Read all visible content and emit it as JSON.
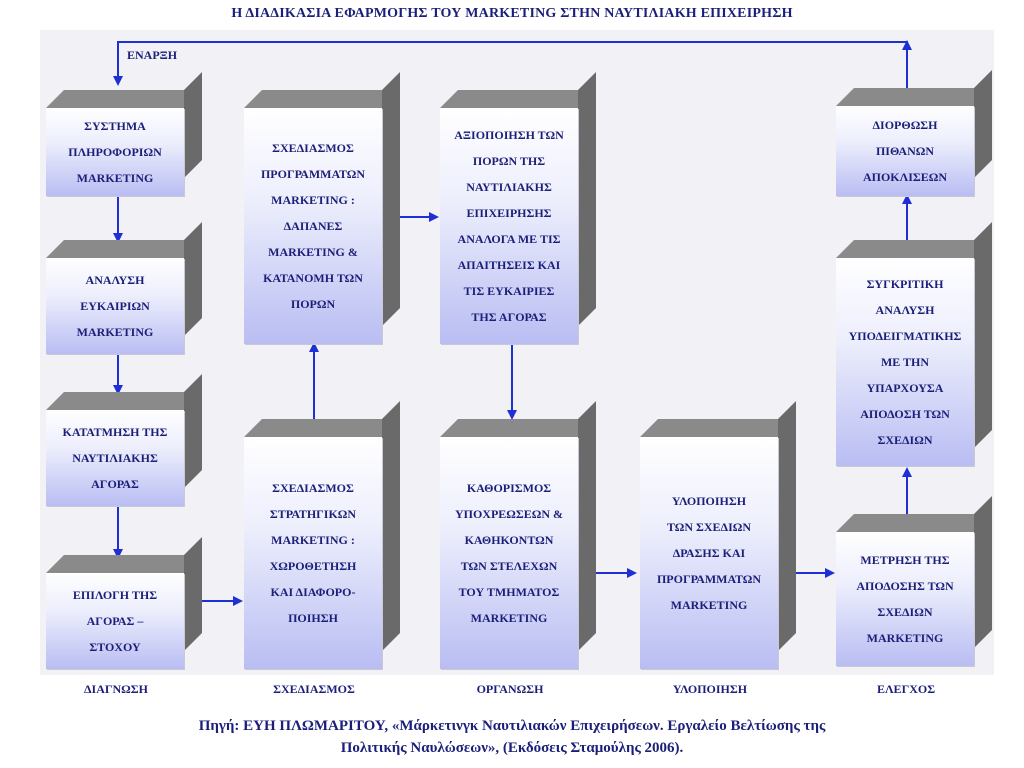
{
  "title": "Η ΔΙΑΔΙΚΑΣΙΑ ΕΦΑΡΜΟΓΗΣ ΤΟΥ MARKETING ΣΤΗΝ ΝΑΥΤΙΛΙΑΚΗ ΕΠΙΧΕΙΡΗΣΗ",
  "start_label": "ΕΝΑΡΞΗ",
  "boxes": {
    "info_system": [
      "ΣΥΣΤΗΜΑ",
      "ΠΛΗΡΟΦΟΡΙΩΝ",
      "MARKETING"
    ],
    "opportunity_analysis": [
      "ΑΝΑΛΥΣΗ",
      "ΕΥΚΑΙΡΙΩΝ",
      "MARKETING"
    ],
    "segmentation": [
      "ΚΑΤΑΤΜΗΣΗ ΤΗΣ",
      "ΝΑΥΤΙΛΙΑΚΗΣ",
      "ΑΓΟΡΑΣ"
    ],
    "target_market": [
      "ΕΠΙΛΟΓΗ ΤΗΣ",
      "ΑΓΟΡΑΣ –",
      "ΣΤΟΧΟΥ"
    ],
    "program_planning": [
      "ΣΧΕΔΙΑΣΜΟΣ",
      "ΠΡΟΓΡΑΜΜΑΤΩΝ",
      "MARKETING :",
      "ΔΑΠΑΝΕΣ",
      "MARKETING &",
      "ΚΑΤΑΝΟΜΗ ΤΩΝ",
      "ΠΟΡΩΝ"
    ],
    "strategic_planning": [
      "ΣΧΕΔΙΑΣΜΟΣ",
      "ΣΤΡΑΤΗΓΙΚΩΝ",
      "MARKETING :",
      "ΧΩΡΟΘΕΤΗΣΗ",
      "ΚΑΙ ΔΙΑΦΟΡΟ-",
      "ΠΟΙΗΣΗ"
    ],
    "resource_use": [
      "ΑΞΙΟΠΟΙΗΣΗ ΤΩΝ",
      "ΠΟΡΩΝ ΤΗΣ",
      "ΝΑΥΤΙΛΙΑΚΗΣ",
      "ΕΠΙΧΕΙΡΗΣΗΣ",
      "ΑΝΑΛΟΓΑ ΜΕ ΤΙΣ",
      "ΑΠΑΙΤΗΣΕΙΣ ΚΑΙ",
      "ΤΙΣ ΕΥΚΑΙΡΙΕΣ",
      "ΤΗΣ ΑΓΟΡΑΣ"
    ],
    "responsibilities": [
      "ΚΑΘΟΡΙΣΜΟΣ",
      "ΥΠΟΧΡΕΩΣΕΩΝ &",
      "ΚΑΘΗΚΟΝΤΩΝ",
      "ΤΩΝ ΣΤΕΛΕΧΩΝ",
      "ΤΟΥ ΤΜΗΜΑΤΟΣ",
      "MARKETING"
    ],
    "implementation": [
      "ΥΛΟΠΟΙΗΣΗ",
      "ΤΩΝ ΣΧΕΔΙΩΝ",
      "ΔΡΑΣΗΣ ΚΑΙ",
      "ΠΡΟΓΡΑΜΜΑΤΩΝ",
      "MARKETING"
    ],
    "measurement": [
      "ΜΕΤΡΗΣΗ ΤΗΣ",
      "ΑΠΟΔΟΣΗΣ ΤΩΝ",
      "ΣΧΕΔΙΩΝ",
      "MARKETING"
    ],
    "comparative_analysis": [
      "ΣΥΓΚΡΙΤΙΚΗ",
      "ΑΝΑΛΥΣΗ",
      "ΥΠΟΔΕΙΓΜΑΤΙΚΗΣ",
      "ΜΕ ΤΗΝ",
      "ΥΠΑΡΧΟΥΣΑ",
      "ΑΠΟΔΟΣΗ ΤΩΝ",
      "ΣΧΕΔΙΩΝ"
    ],
    "correction": [
      "ΔΙΟΡΘΩΣΗ",
      "ΠΙΘΑΝΩΝ",
      "ΑΠΟΚΛΙΣΕΩΝ"
    ]
  },
  "stages": {
    "diagnosis": "ΔΙΑΓΝΩΣΗ",
    "planning": "ΣΧΕΔΙΑΣΜΟΣ",
    "organization": "ΟΡΓΑΝΩΣΗ",
    "implementation": "ΥΛΟΠΟΙΗΣΗ",
    "control": "ΕΛΕΓΧΟΣ"
  },
  "source": {
    "line1": "Πηγή: ΕΥΗ ΠΛΩΜΑΡΙΤΟΥ, «Μάρκετινγκ Ναυτιλιακών Επιχειρήσεων. Εργαλείο Βελτίωσης της",
    "line2": "Πολιτικής Ναυλώσεων», (Εκδόσεις Σταμούλης 2006)."
  },
  "colors": {
    "text": "#1b1f7a",
    "arrow": "#1f2fd6",
    "box_top": "#8a8a8a",
    "box_side": "#6a6a6a",
    "box_gradient_end": "#b9bdf2"
  }
}
